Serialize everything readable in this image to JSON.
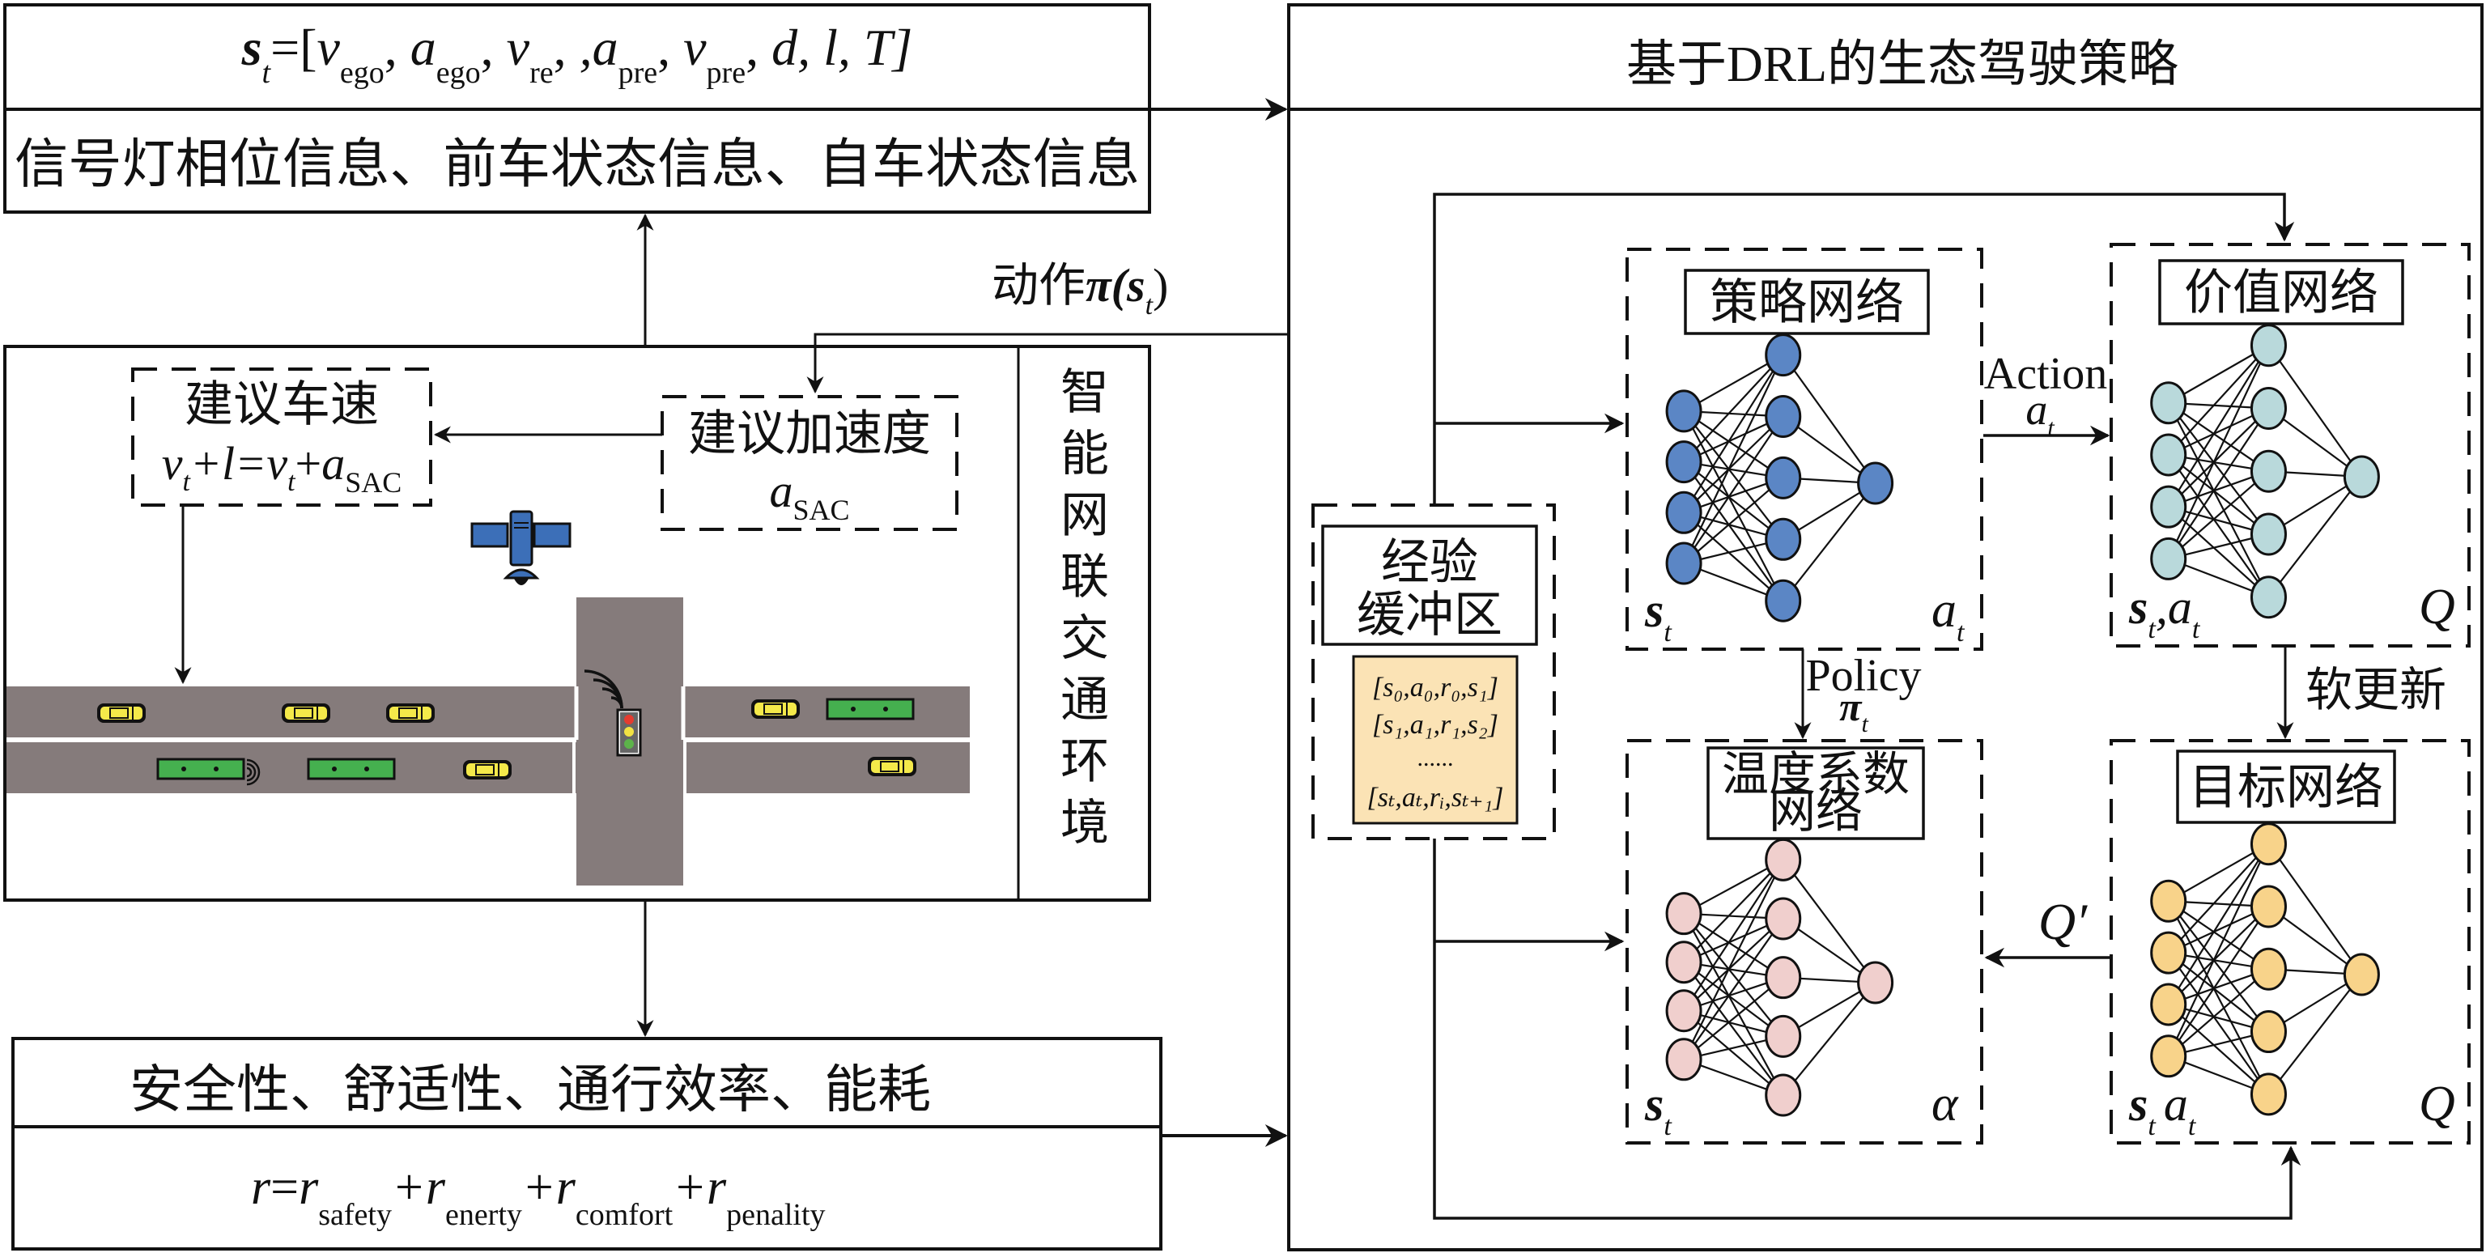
{
  "state_box": {
    "formula": {
      "s": "s",
      "s_sub": "t",
      "eq": "=[",
      "items": [
        {
          "v": "v",
          "sub": "ego"
        },
        {
          "v": "a",
          "sub": "ego"
        },
        {
          "v": "v",
          "sub": "re"
        },
        {
          "v": ",a",
          "sub": "pre"
        },
        {
          "v": "v",
          "sub": "pre"
        }
      ],
      "tail": "d, l, T]"
    },
    "description": "信号灯相位信息、前车状态信息、自车状态信息"
  },
  "action_label": {
    "prefix": "动作",
    "pi": "π(",
    "s": "s",
    "sub": "t",
    "close": ")"
  },
  "environment": {
    "title_vertical": [
      "智",
      "能",
      "网",
      "联",
      "交",
      "通",
      "环",
      "境"
    ],
    "suggested_speed": {
      "title": "建议车速",
      "formula_parts": {
        "v1": "v",
        "t1": "t",
        "mid": "+l=",
        "v2": "v",
        "t2": "t",
        "plus": "+",
        "a": "a",
        "sub": "SAC"
      }
    },
    "suggested_accel": {
      "title": "建议加速度",
      "a": "a",
      "sub": "SAC"
    },
    "colors": {
      "road": "#857b7b",
      "car_yellow": "#f4e94a",
      "car_green": "#45b04f",
      "satellite": "#3c6fb8"
    }
  },
  "reward_box": {
    "criteria": "安全性、舒适性、通行效率、能耗",
    "formula": {
      "lhs": "r",
      "eq": "=",
      "terms": [
        {
          "r": "r",
          "sub": "safety"
        },
        {
          "r": "+r",
          "sub": "enerty"
        },
        {
          "r": "+r",
          "sub": "comfort"
        },
        {
          "r": "+r",
          "sub": "penality"
        }
      ]
    }
  },
  "drl": {
    "title": "基于DRL的生态驾驶策略",
    "buffer": {
      "title_lines": [
        "经验",
        "缓冲区"
      ],
      "entries": [
        "[s₀,a₀,r₀,s₁]",
        "[s₁,a₁,r₁,s₂]",
        "......",
        "[sₜ,aₜ,rᵢ,sₜ₊₁]"
      ],
      "color": "#fbe3b5"
    },
    "policy_net": {
      "title": "策略网络",
      "in": "s",
      "in_sub": "t",
      "out": "a",
      "out_sub": "t",
      "color": "#5b86c5"
    },
    "value_net": {
      "title": "价值网络",
      "in": "s",
      "in_sub": "t",
      "in2": ",a",
      "in2_sub": "t",
      "out": "Q",
      "color": "#b9d9db"
    },
    "temp_net": {
      "title_lines": [
        "温度系数",
        "网络"
      ],
      "in": "s",
      "in_sub": "t",
      "out": "α",
      "color": "#f0cfcd"
    },
    "target_net": {
      "title": "目标网络",
      "in": "s",
      "in_sub": "t",
      "in2": "a",
      "in2_sub": "t",
      "out": "Q",
      "color": "#f8d38a"
    },
    "edge_labels": {
      "action": "Action",
      "action_sym": "a",
      "action_sub": "t",
      "policy": "Policy",
      "policy_sym": "π",
      "policy_sub": "t",
      "soft_update": "软更新",
      "q_prime": "Q′"
    }
  }
}
